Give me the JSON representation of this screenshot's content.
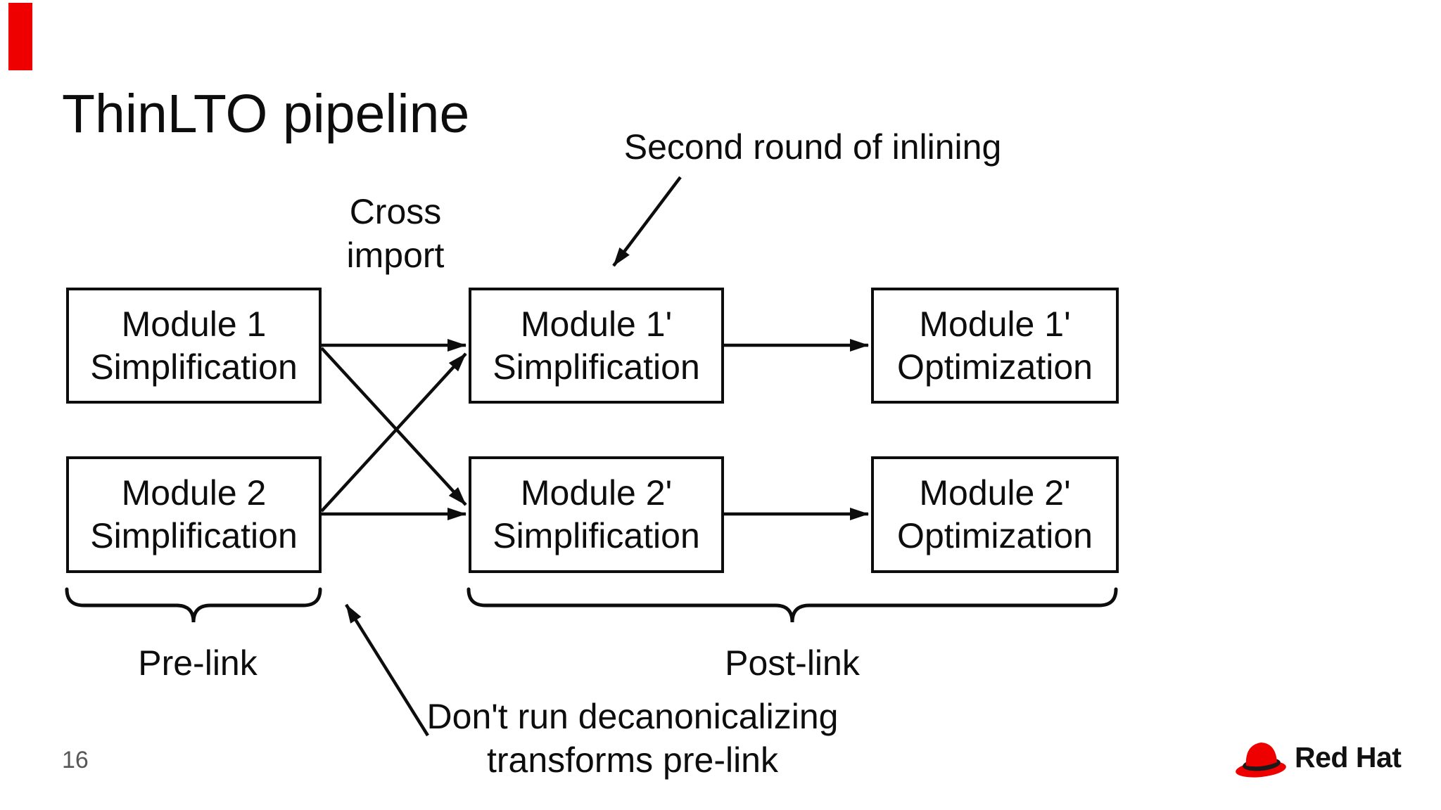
{
  "slide": {
    "title": "ThinLTO pipeline",
    "page_number": "16",
    "background_color": "#ffffff",
    "accent_color": "#ee0000",
    "line_color": "#0d0d0d",
    "page_number_color": "#575757"
  },
  "annotations": {
    "second_round": "Second round of inlining",
    "cross_import": {
      "line1": "Cross",
      "line2": "import"
    },
    "dont_run": {
      "line1": "Don't run decanonicalizing",
      "line2": "transforms pre-link"
    },
    "pre_link": "Pre-link",
    "post_link": "Post-link"
  },
  "boxes": [
    {
      "line1": "Module 1",
      "line2": "Simplification"
    },
    {
      "line1": "Module 1'",
      "line2": "Simplification"
    },
    {
      "line1": "Module 1'",
      "line2": "Optimization"
    },
    {
      "line1": "Module 2",
      "line2": "Simplification"
    },
    {
      "line1": "Module 2'",
      "line2": "Simplification"
    },
    {
      "line1": "Module 2'",
      "line2": "Optimization"
    }
  ],
  "logo": {
    "brand": "Red Hat",
    "hat_color": "#ee0000",
    "band_color": "#1a1a1a",
    "text_color": "#111111"
  }
}
